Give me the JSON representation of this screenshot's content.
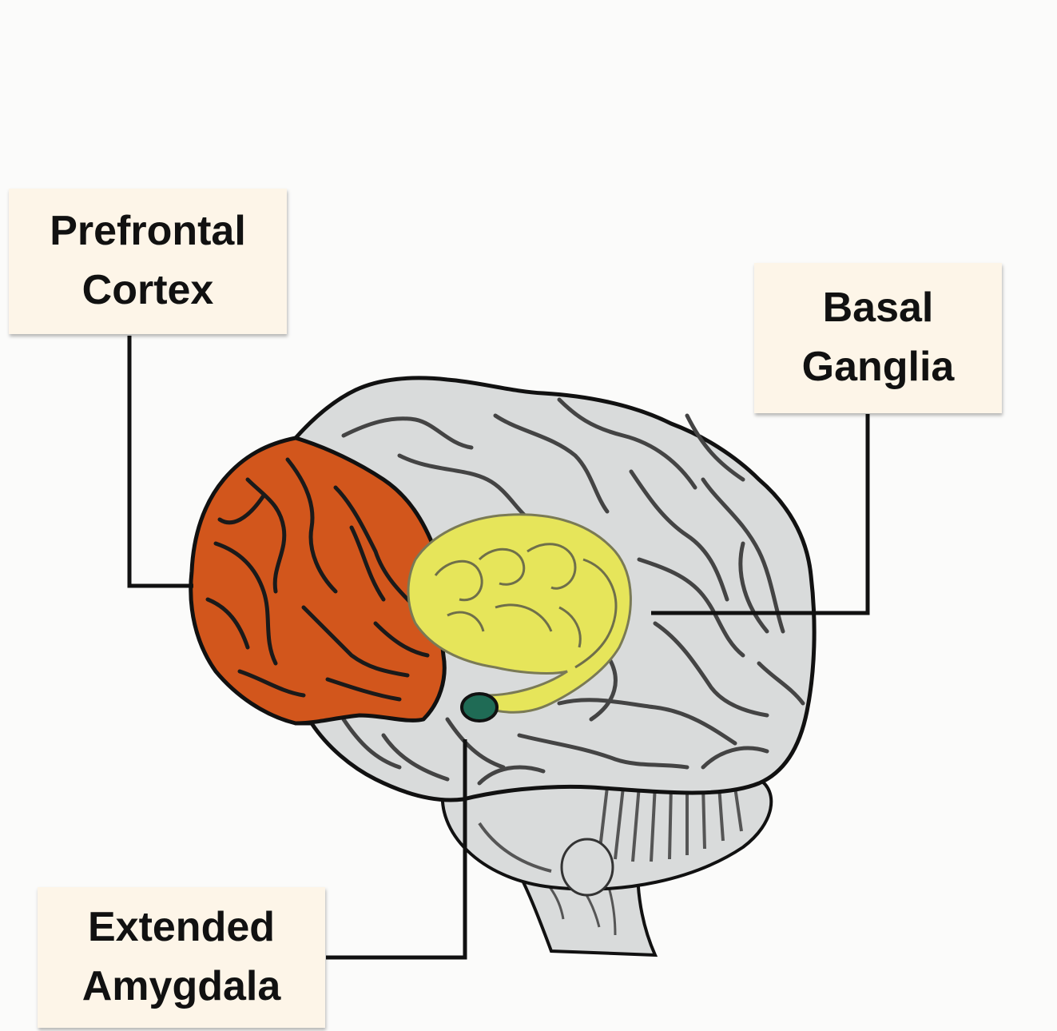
{
  "labels": {
    "prefrontal_cortex": {
      "line1": "Prefrontal",
      "line2": "Cortex"
    },
    "basal_ganglia": {
      "line1": "Basal",
      "line2": "Ganglia"
    },
    "extended_amygdala": {
      "line1": "Extended",
      "line2": "Amygdala"
    }
  },
  "colors": {
    "brain_gray": "#d9dbdb",
    "prefrontal_cortex": "#d2561c",
    "basal_ganglia": "#e6e55a",
    "extended_amygdala": "#1f6b55",
    "label_background": "#fdf5e8",
    "outline": "#111111"
  }
}
